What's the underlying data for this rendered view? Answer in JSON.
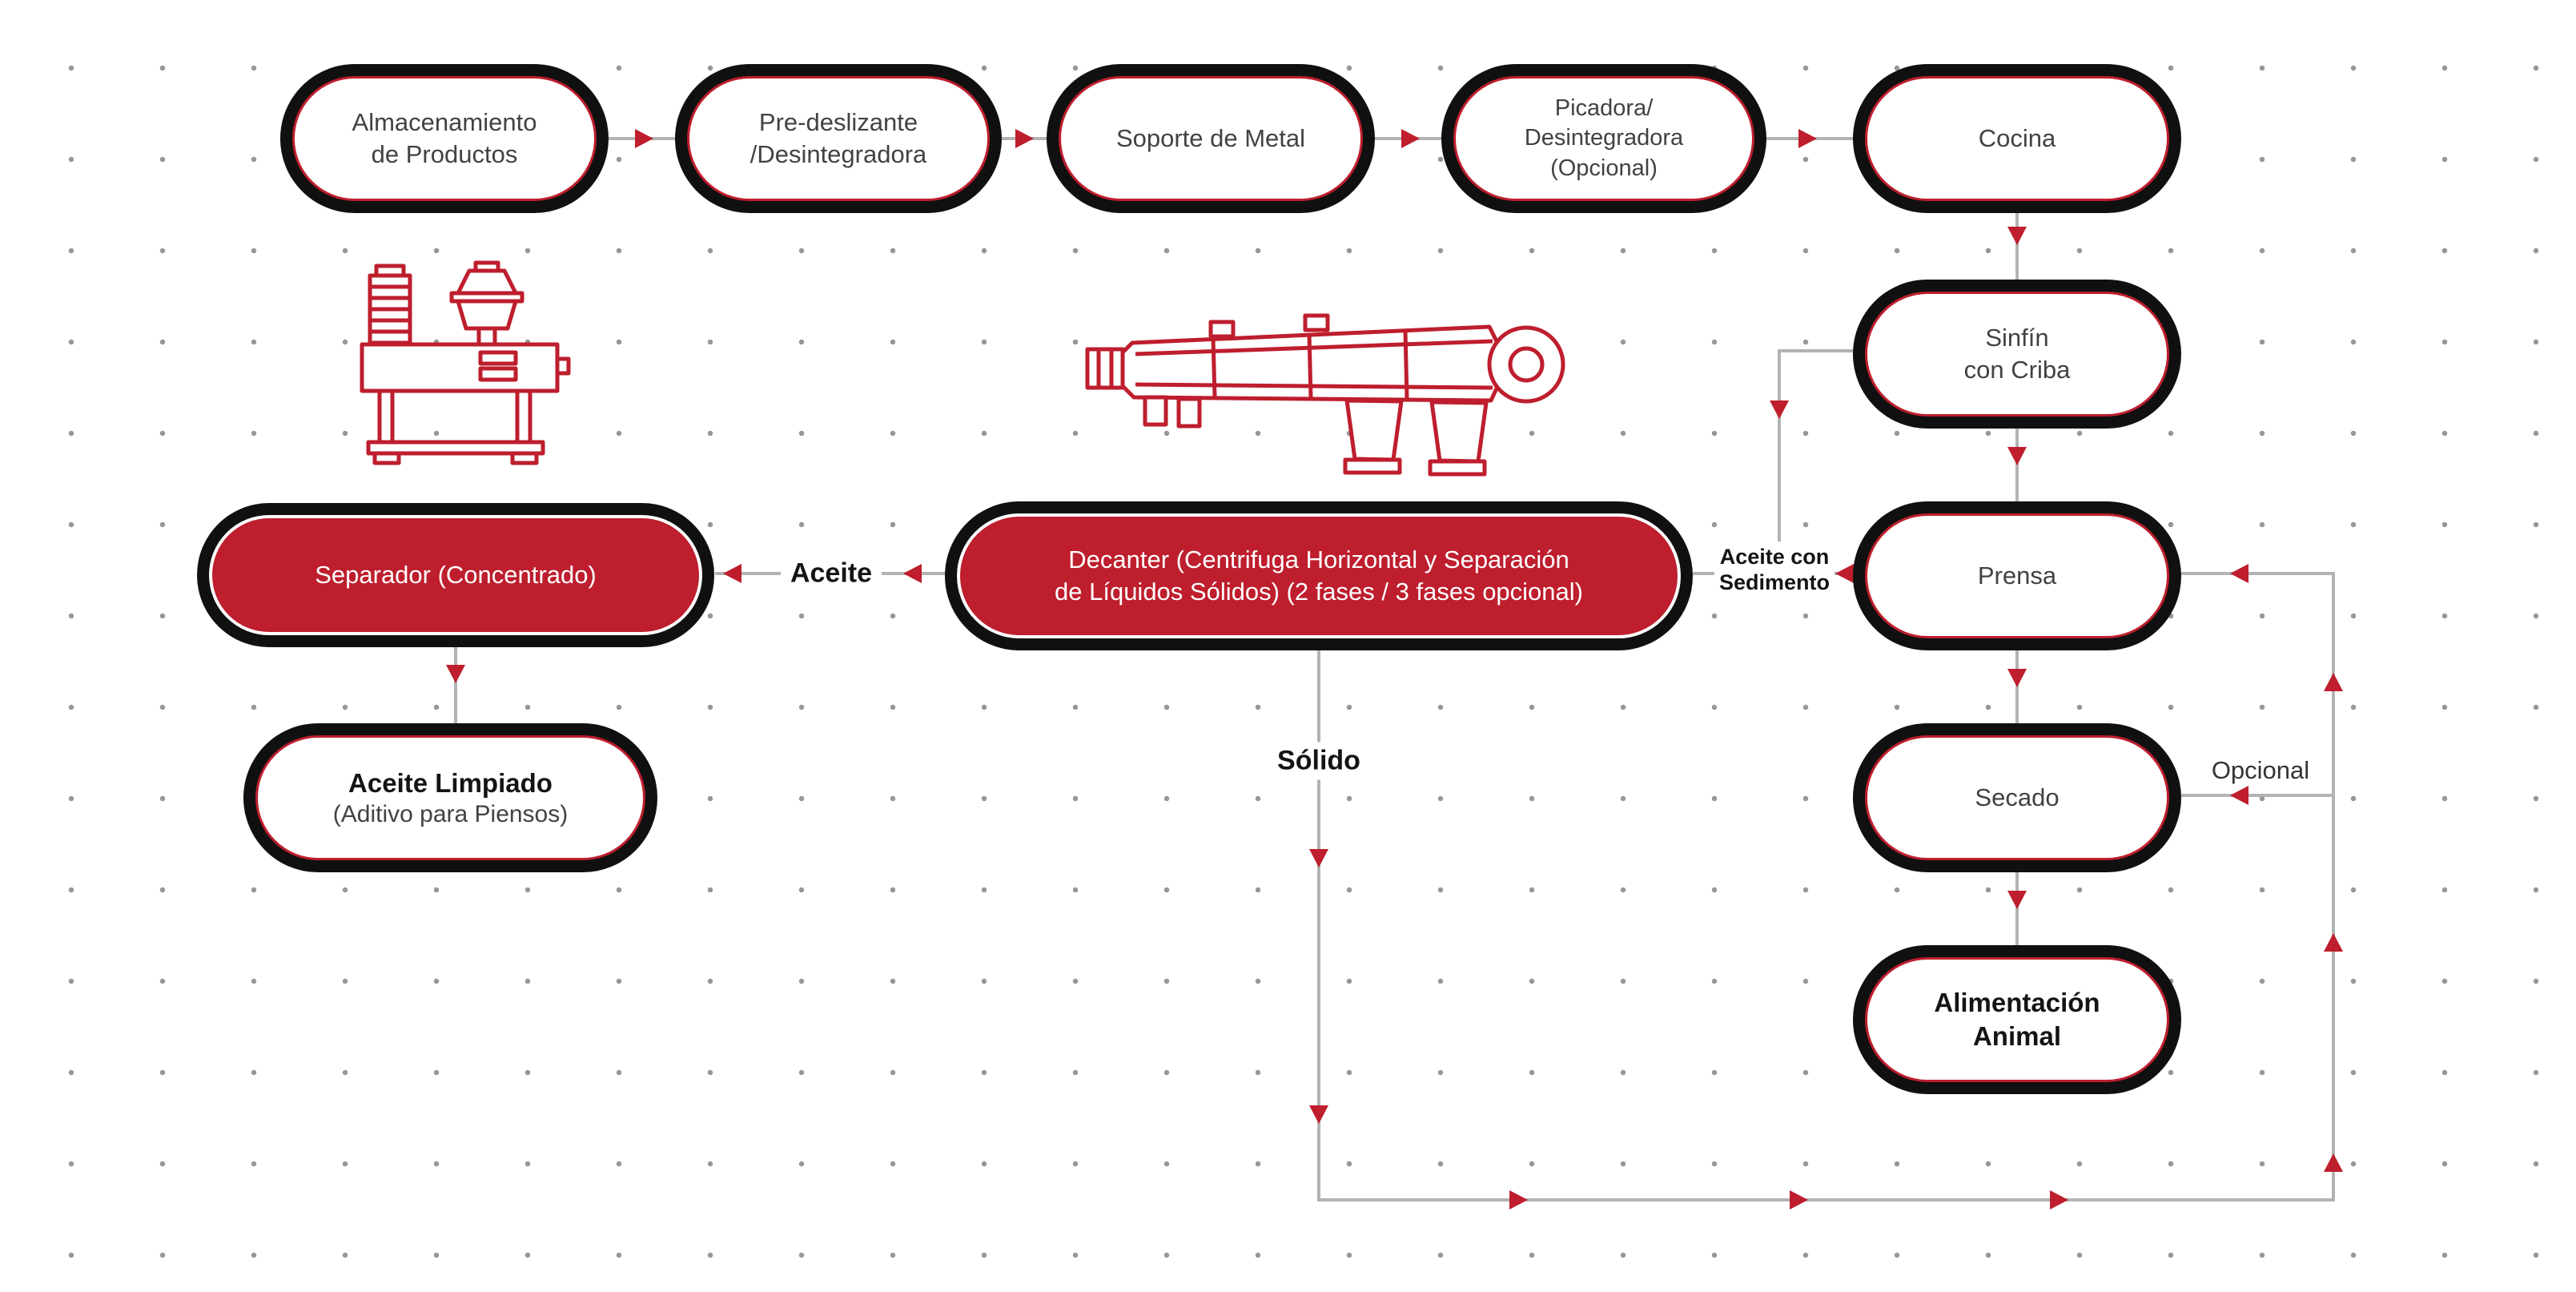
{
  "colors": {
    "accent_red": "#be1e2d",
    "pill_black": "#101010",
    "connector_gray": "#b3b3b3",
    "text_gray": "#424242",
    "dot_gray": "#979797"
  },
  "nodes": {
    "almacenamiento": {
      "label": "Almacenamiento\nde Productos"
    },
    "predeslizante": {
      "label": "Pre-deslizante\n/Desintegradora"
    },
    "soporte": {
      "label": "Soporte de Metal"
    },
    "picadora": {
      "label": "Picadora/\nDesintegradora\n(Opcional)"
    },
    "cocina": {
      "label": "Cocina"
    },
    "sinfin": {
      "label": "Sinfín\ncon Criba"
    },
    "prensa": {
      "label": "Prensa"
    },
    "secado": {
      "label": "Secado"
    },
    "alimentacion": {
      "label": "Alimentación\nAnimal"
    },
    "decanter": {
      "label": "Decanter (Centrifuga Horizontal y Separación\nde Líquidos Sólidos) (2 fases / 3 fases opcional)"
    },
    "separador": {
      "label": "Separador (Concentrado)"
    },
    "aceite_limpiado": {
      "title": "Aceite Limpiado",
      "subtitle": "(Aditivo para Piensos)"
    }
  },
  "edge_labels": {
    "aceite": "Aceite",
    "aceite_con_sedimento": "Aceite con\nSedimento",
    "solido": "Sólido",
    "opcional": "Opcional"
  },
  "icons": {
    "separator_machine": "separator-machine",
    "decanter_machine": "decanter-machine"
  }
}
